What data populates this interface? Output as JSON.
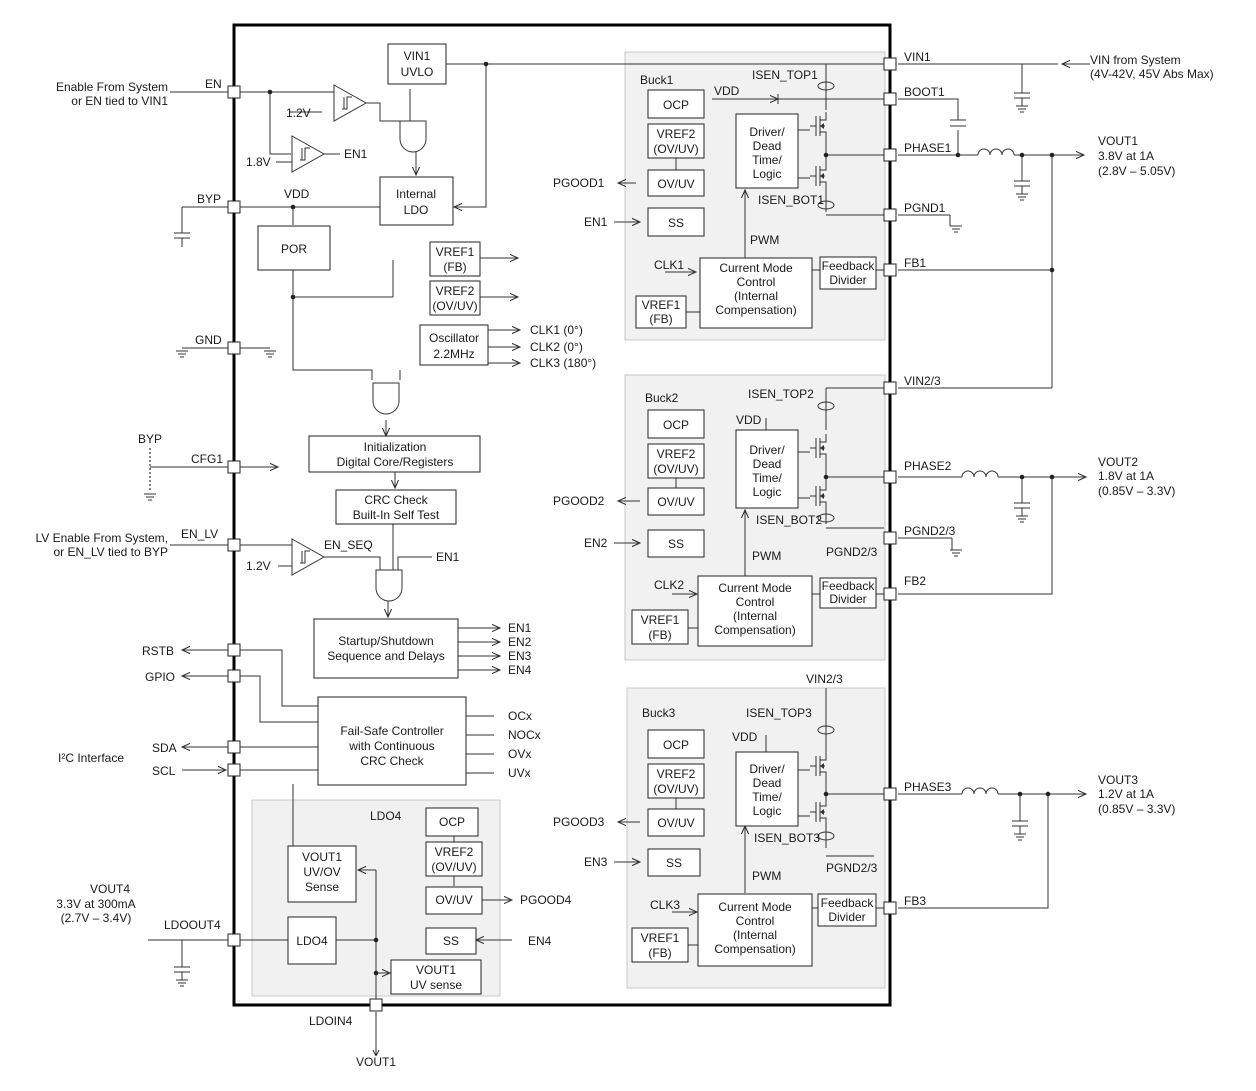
{
  "pins": {
    "en": "EN",
    "byp": "BYP",
    "gnd": "GND",
    "cfg1": "CFG1",
    "en_lv": "EN_LV",
    "rstb": "RSTB",
    "gpio": "GPIO",
    "sda": "SDA",
    "scl": "SCL",
    "ldoout4": "LDOOUT4",
    "ldoin4": "LDOIN4",
    "vin1": "VIN1",
    "boot1": "BOOT1",
    "phase1": "PHASE1",
    "pgnd1": "PGND1",
    "fb1": "FB1",
    "vin23": "VIN2/3",
    "phase2": "PHASE2",
    "pgnd23": "PGND2/3",
    "fb2": "FB2",
    "phase3": "PHASE3",
    "fb3": "FB3"
  },
  "external": {
    "enable_line1": "Enable From System",
    "enable_line2": "or EN tied to VIN1",
    "lv_line1": "LV Enable From System,",
    "lv_line2": "or EN_LV tied to BYP",
    "byp_label": "BYP",
    "i2c_label": "I²C Interface",
    "vout4_label": "VOUT4",
    "vout4_line1": "3.3V at 300mA",
    "vout4_line2": "(2.7V – 3.4V)",
    "vout1_bottom": "VOUT1",
    "vin_sys_line1": "VIN from System",
    "vin_sys_line2": "(4V-42V, 45V Abs Max)",
    "vout1_label": "VOUT1",
    "vout1_line1": "3.8V at 1A",
    "vout1_line2": "(2.8V – 5.05V)",
    "vout2_label": "VOUT2",
    "vout2_line1": "1.8V at 1A",
    "vout2_line2": "(0.85V – 3.3V)",
    "vout3_label": "VOUT3",
    "vout3_line1": "1.2V at 1A",
    "vout3_line2": "(0.85V – 3.3V)"
  },
  "core": {
    "vin1_uvlo_1": "VIN1",
    "vin1_uvlo_2": "UVLO",
    "v12": "1.2V",
    "v18": "1.8V",
    "en1": "EN1",
    "vdd": "VDD",
    "ldo_1": "Internal",
    "ldo_2": "LDO",
    "por": "POR",
    "vref1_1": "VREF1",
    "vref1_2": "(FB)",
    "vref2_1": "VREF2",
    "vref2_2": "(OV/UV)",
    "osc_1": "Oscillator",
    "osc_2": "2.2MHz",
    "clk1": "CLK1 (0°)",
    "clk2": "CLK2 (0°)",
    "clk3": "CLK3 (180°)",
    "init_1": "Initialization",
    "init_2": "Digital Core/Registers",
    "crc_1": "CRC Check",
    "crc_2": "Built-In Self Test",
    "lv_v12": "1.2V",
    "en_seq": "EN_SEQ",
    "en1_in": "EN1",
    "seq_1": "Startup/Shutdown",
    "seq_2": "Sequence and Delays",
    "seq_out": [
      "EN1",
      "EN2",
      "EN3",
      "EN4"
    ],
    "fs_1": "Fail-Safe Controller",
    "fs_2": "with Continuous",
    "fs_3": "CRC Check",
    "fs_out": [
      "OCx",
      "NOCx",
      "OVx",
      "UVx"
    ]
  },
  "bucks": [
    {
      "title": "Buck1",
      "ocp": "OCP",
      "vref2_1": "VREF2",
      "vref2_2": "(OV/UV)",
      "ovuv": "OV/UV",
      "pgood": "PGOOD1",
      "en": "EN1",
      "ss": "SS",
      "vdd": "VDD",
      "drv_1": "Driver/",
      "drv_2": "Dead",
      "drv_3": "Time/",
      "drv_4": "Logic",
      "isen_top": "ISEN_TOP1",
      "isen_bot": "ISEN_BOT1",
      "pwm": "PWM",
      "clk": "CLK1",
      "cmc_1": "Current Mode",
      "cmc_2": "Control",
      "cmc_3": "(Internal",
      "cmc_4": "Compensation)",
      "fbd_1": "Feedback",
      "fbd_2": "Divider",
      "vref1_1": "VREF1",
      "vref1_2": "(FB)"
    },
    {
      "title": "Buck2",
      "ocp": "OCP",
      "vref2_1": "VREF2",
      "vref2_2": "(OV/UV)",
      "ovuv": "OV/UV",
      "pgood": "PGOOD2",
      "en": "EN2",
      "ss": "SS",
      "vdd": "VDD",
      "drv_1": "Driver/",
      "drv_2": "Dead",
      "drv_3": "Time/",
      "drv_4": "Logic",
      "isen_top": "ISEN_TOP2",
      "isen_bot": "ISEN_BOT2",
      "pgnd_int": "PGND2/3",
      "pwm": "PWM",
      "clk": "CLK2",
      "cmc_1": "Current Mode",
      "cmc_2": "Control",
      "cmc_3": "(Internal",
      "cmc_4": "Compensation)",
      "fbd_1": "Feedback",
      "fbd_2": "Divider",
      "vref1_1": "VREF1",
      "vref1_2": "(FB)"
    },
    {
      "title": "Buck3",
      "ocp": "OCP",
      "vref2_1": "VREF2",
      "vref2_2": "(OV/UV)",
      "ovuv": "OV/UV",
      "pgood": "PGOOD3",
      "en": "EN3",
      "ss": "SS",
      "vdd": "VDD",
      "drv_1": "Driver/",
      "drv_2": "Dead",
      "drv_3": "Time/",
      "drv_4": "Logic",
      "isen_top": "ISEN_TOP3",
      "isen_bot": "ISEN_BOT3",
      "pgnd_int": "PGND2/3",
      "vin_int": "VIN2/3",
      "pwm": "PWM",
      "clk": "CLK3",
      "cmc_1": "Current Mode",
      "cmc_2": "Control",
      "cmc_3": "(Internal",
      "cmc_4": "Compensation)",
      "fbd_1": "Feedback",
      "fbd_2": "Divider",
      "vref1_1": "VREF1",
      "vref1_2": "(FB)"
    }
  ],
  "ldo4": {
    "title": "LDO4",
    "ocp": "OCP",
    "vref2_1": "VREF2",
    "vref2_2": "(OV/UV)",
    "ovuv": "OV/UV",
    "pgood": "PGOOD4",
    "ss": "SS",
    "en": "EN4",
    "sense_1": "VOUT1",
    "sense_2": "UV/OV",
    "sense_3": "Sense",
    "ldo": "LDO4",
    "uvs_1": "VOUT1",
    "uvs_2": "UV sense"
  }
}
